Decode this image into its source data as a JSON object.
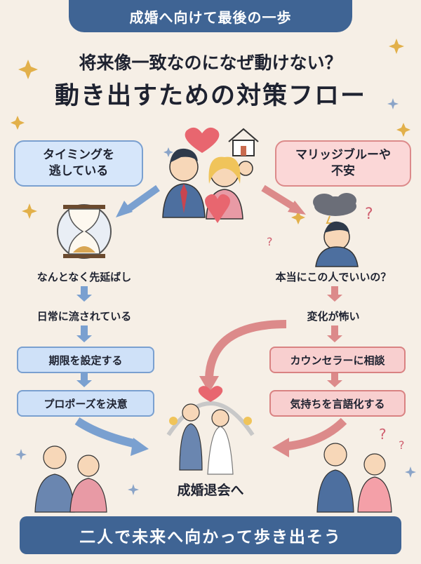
{
  "header": {
    "banner": "成婚へ向けて最後の一歩"
  },
  "title": {
    "line1": "将来像一致なのになぜ動けない？",
    "line2": "動き出すための対策フロー"
  },
  "left_branch": {
    "bubble_line1": "タイミングを",
    "bubble_line2": "逃している",
    "steps": [
      "なんとなく先延ばし",
      "日常に流されている"
    ],
    "actions": [
      "期限を設定する",
      "プロポーズを決意"
    ]
  },
  "right_branch": {
    "bubble_line1": "マリッジブルーや",
    "bubble_line2": "不安",
    "steps": [
      "本当にこの人でいいの？",
      "変化が怖い"
    ],
    "actions": [
      "カウンセラーに相談",
      "気持ちを言語化する"
    ]
  },
  "goal": "成婚退会へ",
  "footer": {
    "banner": "二人で未来へ向かって歩き出そう"
  },
  "colors": {
    "navy": "#3f6494",
    "blue": "#cfe1f8",
    "pink": "#f8cfcf",
    "background": "#f6efe6"
  }
}
